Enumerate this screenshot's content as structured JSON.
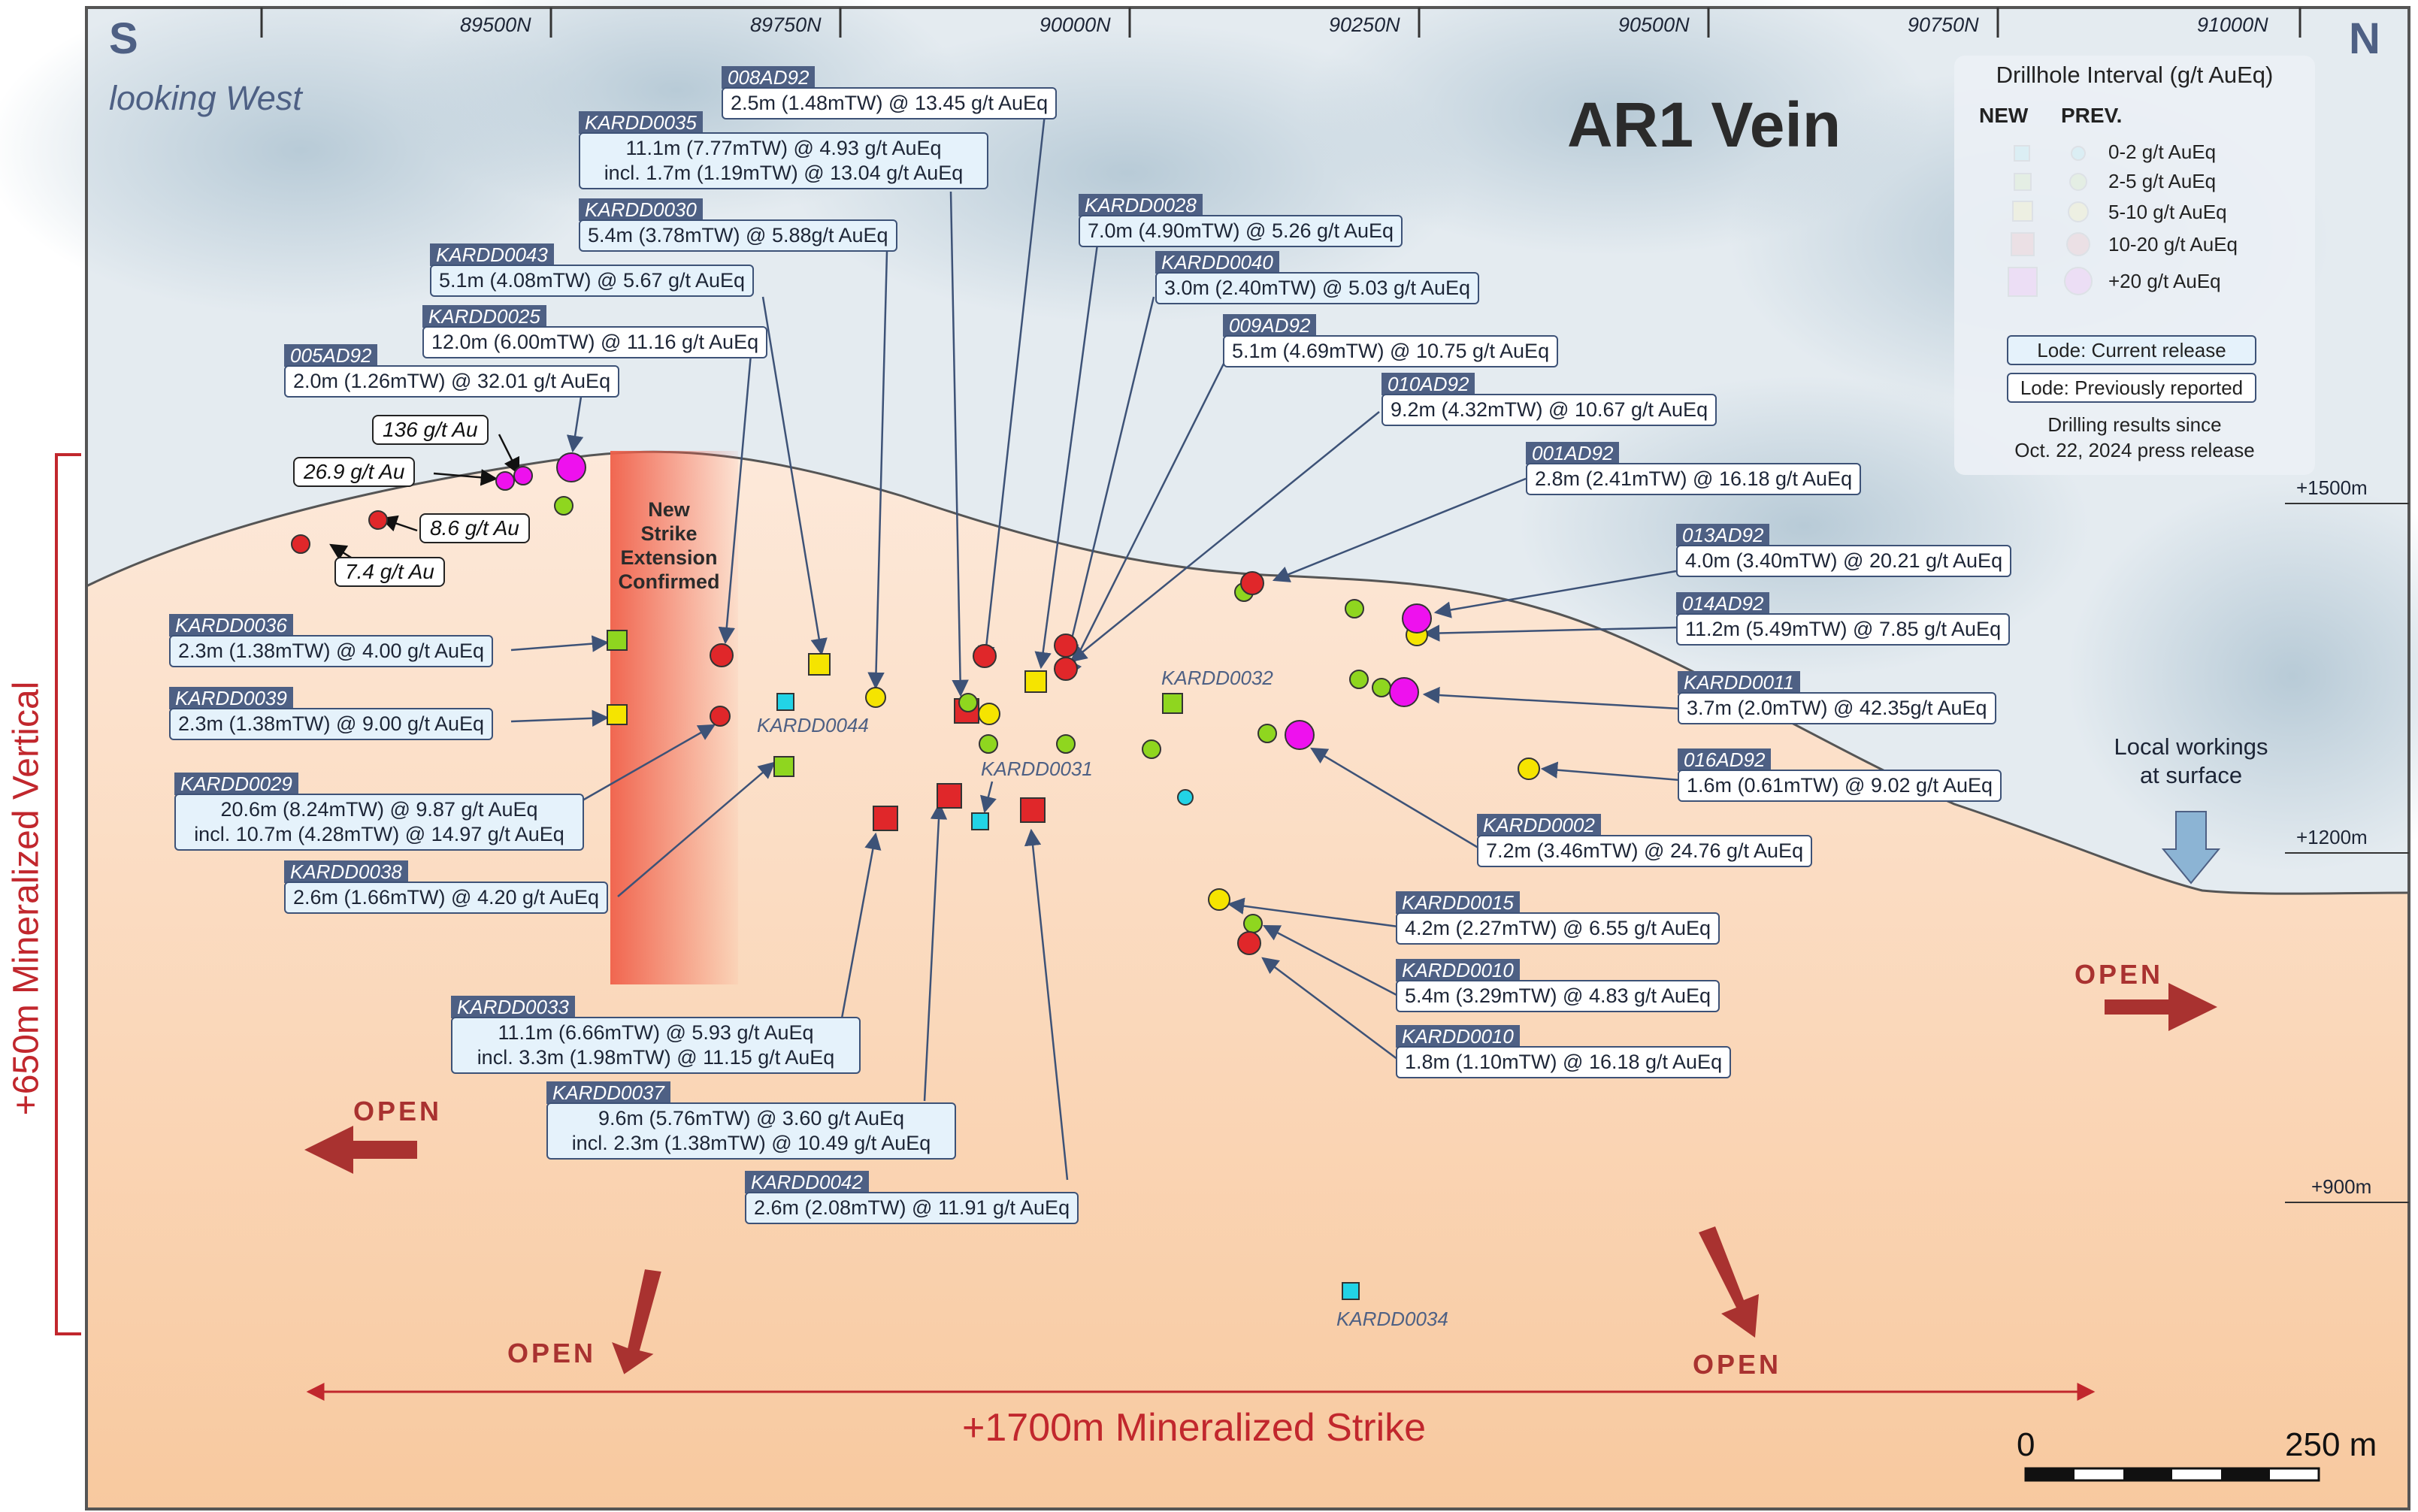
{
  "title": "AR1 Vein",
  "orientation": {
    "left": "S",
    "right": "N",
    "view": "looking West"
  },
  "northings": [
    "89500N",
    "89750N",
    "90000N",
    "90250N",
    "90500N",
    "90750N",
    "91000N"
  ],
  "elevations": [
    "+1500m",
    "+1200m",
    "+900m"
  ],
  "legend": {
    "title": "Drillhole Interval (g/t AuEq)",
    "col_new": "NEW",
    "col_prev": "PREV.",
    "rows": [
      {
        "label": "0-2 g/t AuEq",
        "color": "#22d3e6"
      },
      {
        "label": "2-5 g/t AuEq",
        "color": "#8fd61f"
      },
      {
        "label": "5-10 g/t AuEq",
        "color": "#f5e400"
      },
      {
        "label": "10-20 g/t AuEq",
        "color": "#e0272a"
      },
      {
        "label": "+20 g/t AuEq",
        "color": "#ee11ee"
      }
    ],
    "lode_current": "Lode: Current release",
    "lode_previous": "Lode: Previously reported",
    "note_line1": "Drilling results since",
    "note_line2": "Oct. 22, 2024 press release"
  },
  "callouts": [
    {
      "id": "008AD92",
      "lines": [
        "2.5m (1.48mTW) @ 13.45 g/t AuEq"
      ],
      "new": false
    },
    {
      "id": "KARDD0035",
      "lines": [
        "11.1m (7.77mTW) @ 4.93 g/t AuEq",
        "incl. 1.7m (1.19mTW)  @ 13.04 g/t AuEq"
      ],
      "new": true
    },
    {
      "id": "KARDD0030",
      "lines": [
        "5.4m (3.78mTW) @ 5.88g/t AuEq"
      ],
      "new": true
    },
    {
      "id": "KARDD0043",
      "lines": [
        "5.1m (4.08mTW) @ 5.67 g/t AuEq"
      ],
      "new": true
    },
    {
      "id": "KARDD0025",
      "lines": [
        "12.0m (6.00mTW) @ 11.16 g/t AuEq"
      ],
      "new": false
    },
    {
      "id": "005AD92",
      "lines": [
        "2.0m (1.26mTW) @ 32.01 g/t AuEq"
      ],
      "new": false
    },
    {
      "id": "KARDD0028",
      "lines": [
        "7.0m (4.90mTW) @ 5.26 g/t AuEq"
      ],
      "new": true
    },
    {
      "id": "KARDD0040",
      "lines": [
        "3.0m (2.40mTW) @ 5.03 g/t AuEq"
      ],
      "new": true
    },
    {
      "id": "009AD92",
      "lines": [
        "5.1m (4.69mTW) @ 10.75 g/t AuEq"
      ],
      "new": false
    },
    {
      "id": "010AD92",
      "lines": [
        "9.2m (4.32mTW) @ 10.67 g/t AuEq"
      ],
      "new": false
    },
    {
      "id": "001AD92",
      "lines": [
        "2.8m (2.41mTW) @ 16.18 g/t AuEq"
      ],
      "new": false
    },
    {
      "id": "013AD92",
      "lines": [
        "4.0m (3.40mTW) @ 20.21 g/t AuEq"
      ],
      "new": false
    },
    {
      "id": "014AD92",
      "lines": [
        "11.2m (5.49mTW) @ 7.85 g/t AuEq"
      ],
      "new": false
    },
    {
      "id": "KARDD0011",
      "lines": [
        "3.7m (2.0mTW) @ 42.35g/t AuEq"
      ],
      "new": false
    },
    {
      "id": "016AD92",
      "lines": [
        "1.6m (0.61mTW) @ 9.02 g/t AuEq"
      ],
      "new": false
    },
    {
      "id": "KARDD0002",
      "lines": [
        "7.2m (3.46mTW) @ 24.76 g/t AuEq"
      ],
      "new": false
    },
    {
      "id": "KARDD0015",
      "lines": [
        "4.2m (2.27mTW) @ 6.55 g/t AuEq"
      ],
      "new": false
    },
    {
      "id": "KARDD0010",
      "lines": [
        "5.4m (3.29mTW) @ 4.83 g/t AuEq"
      ],
      "new": false
    },
    {
      "id": "KARDD0010",
      "lines": [
        "1.8m (1.10mTW) @ 16.18 g/t AuEq"
      ],
      "new": false
    },
    {
      "id": "KARDD0036",
      "lines": [
        "2.3m (1.38mTW) @ 4.00 g/t AuEq"
      ],
      "new": true
    },
    {
      "id": "KARDD0039",
      "lines": [
        "2.3m (1.38mTW) @ 9.00 g/t AuEq"
      ],
      "new": true
    },
    {
      "id": "KARDD0029",
      "lines": [
        "20.6m (8.24mTW) @ 9.87 g/t AuEq",
        "incl. 10.7m (4.28mTW) @ 14.97 g/t AuEq"
      ],
      "new": true
    },
    {
      "id": "KARDD0038",
      "lines": [
        "2.6m (1.66mTW) @ 4.20 g/t AuEq"
      ],
      "new": true
    },
    {
      "id": "KARDD0033",
      "lines": [
        "11.1m (6.66mTW) @ 5.93 g/t AuEq",
        "incl. 3.3m (1.98mTW)  @ 11.15 g/t AuEq"
      ],
      "new": true
    },
    {
      "id": "KARDD0037",
      "lines": [
        "9.6m (5.76mTW) @ 3.60 g/t AuEq",
        "incl. 2.3m (1.38mTW)  @ 10.49 g/t AuEq"
      ],
      "new": true
    },
    {
      "id": "KARDD0042",
      "lines": [
        "2.6m (2.08mTW) @ 11.91 g/t AuEq"
      ],
      "new": true
    }
  ],
  "surface_grades": [
    "136 g/t Au",
    "26.9 g/t Au",
    "8.6 g/t Au",
    "7.4 g/t Au"
  ],
  "hole_labels": [
    "KARDD0044",
    "KARDD0031",
    "KARDD0032",
    "KARDD0034"
  ],
  "extension": {
    "line1": "New",
    "line2": "Strike",
    "line3": "Extension",
    "line4": "Confirmed"
  },
  "open_label": "OPEN",
  "workings": {
    "line1": "Local workings",
    "line2": "at surface"
  },
  "vertical_label": "+650m Mineralized Vertical",
  "strike_label": "+1700m Mineralized Strike",
  "scale": {
    "start": "0",
    "end": "250 m"
  }
}
